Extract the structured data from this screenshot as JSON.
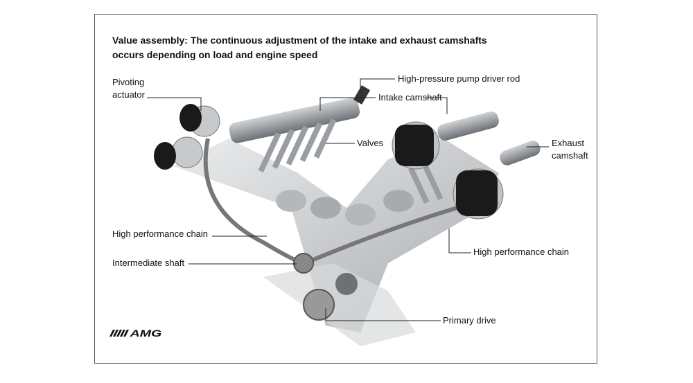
{
  "title": {
    "line1": "Value assembly: The continuous adjustment of the intake and exhaust camshafts",
    "line2": "occurs depending on load and engine speed"
  },
  "labels": {
    "pivoting_actuator_1": "Pivoting",
    "pivoting_actuator_2": "actuator",
    "pump_driver_rod": "High-pressure pump driver rod",
    "intake_camshaft": "Intake camshaft",
    "valves": "Valves",
    "exhaust_camshaft_1": "Exhaust",
    "exhaust_camshaft_2": "camshaft",
    "chain_left": "High performance chain",
    "intermediate_shaft": "Intermediate shaft",
    "chain_right": "High performance chain",
    "primary_drive": "Primary drive"
  },
  "logo": "AMG"
}
